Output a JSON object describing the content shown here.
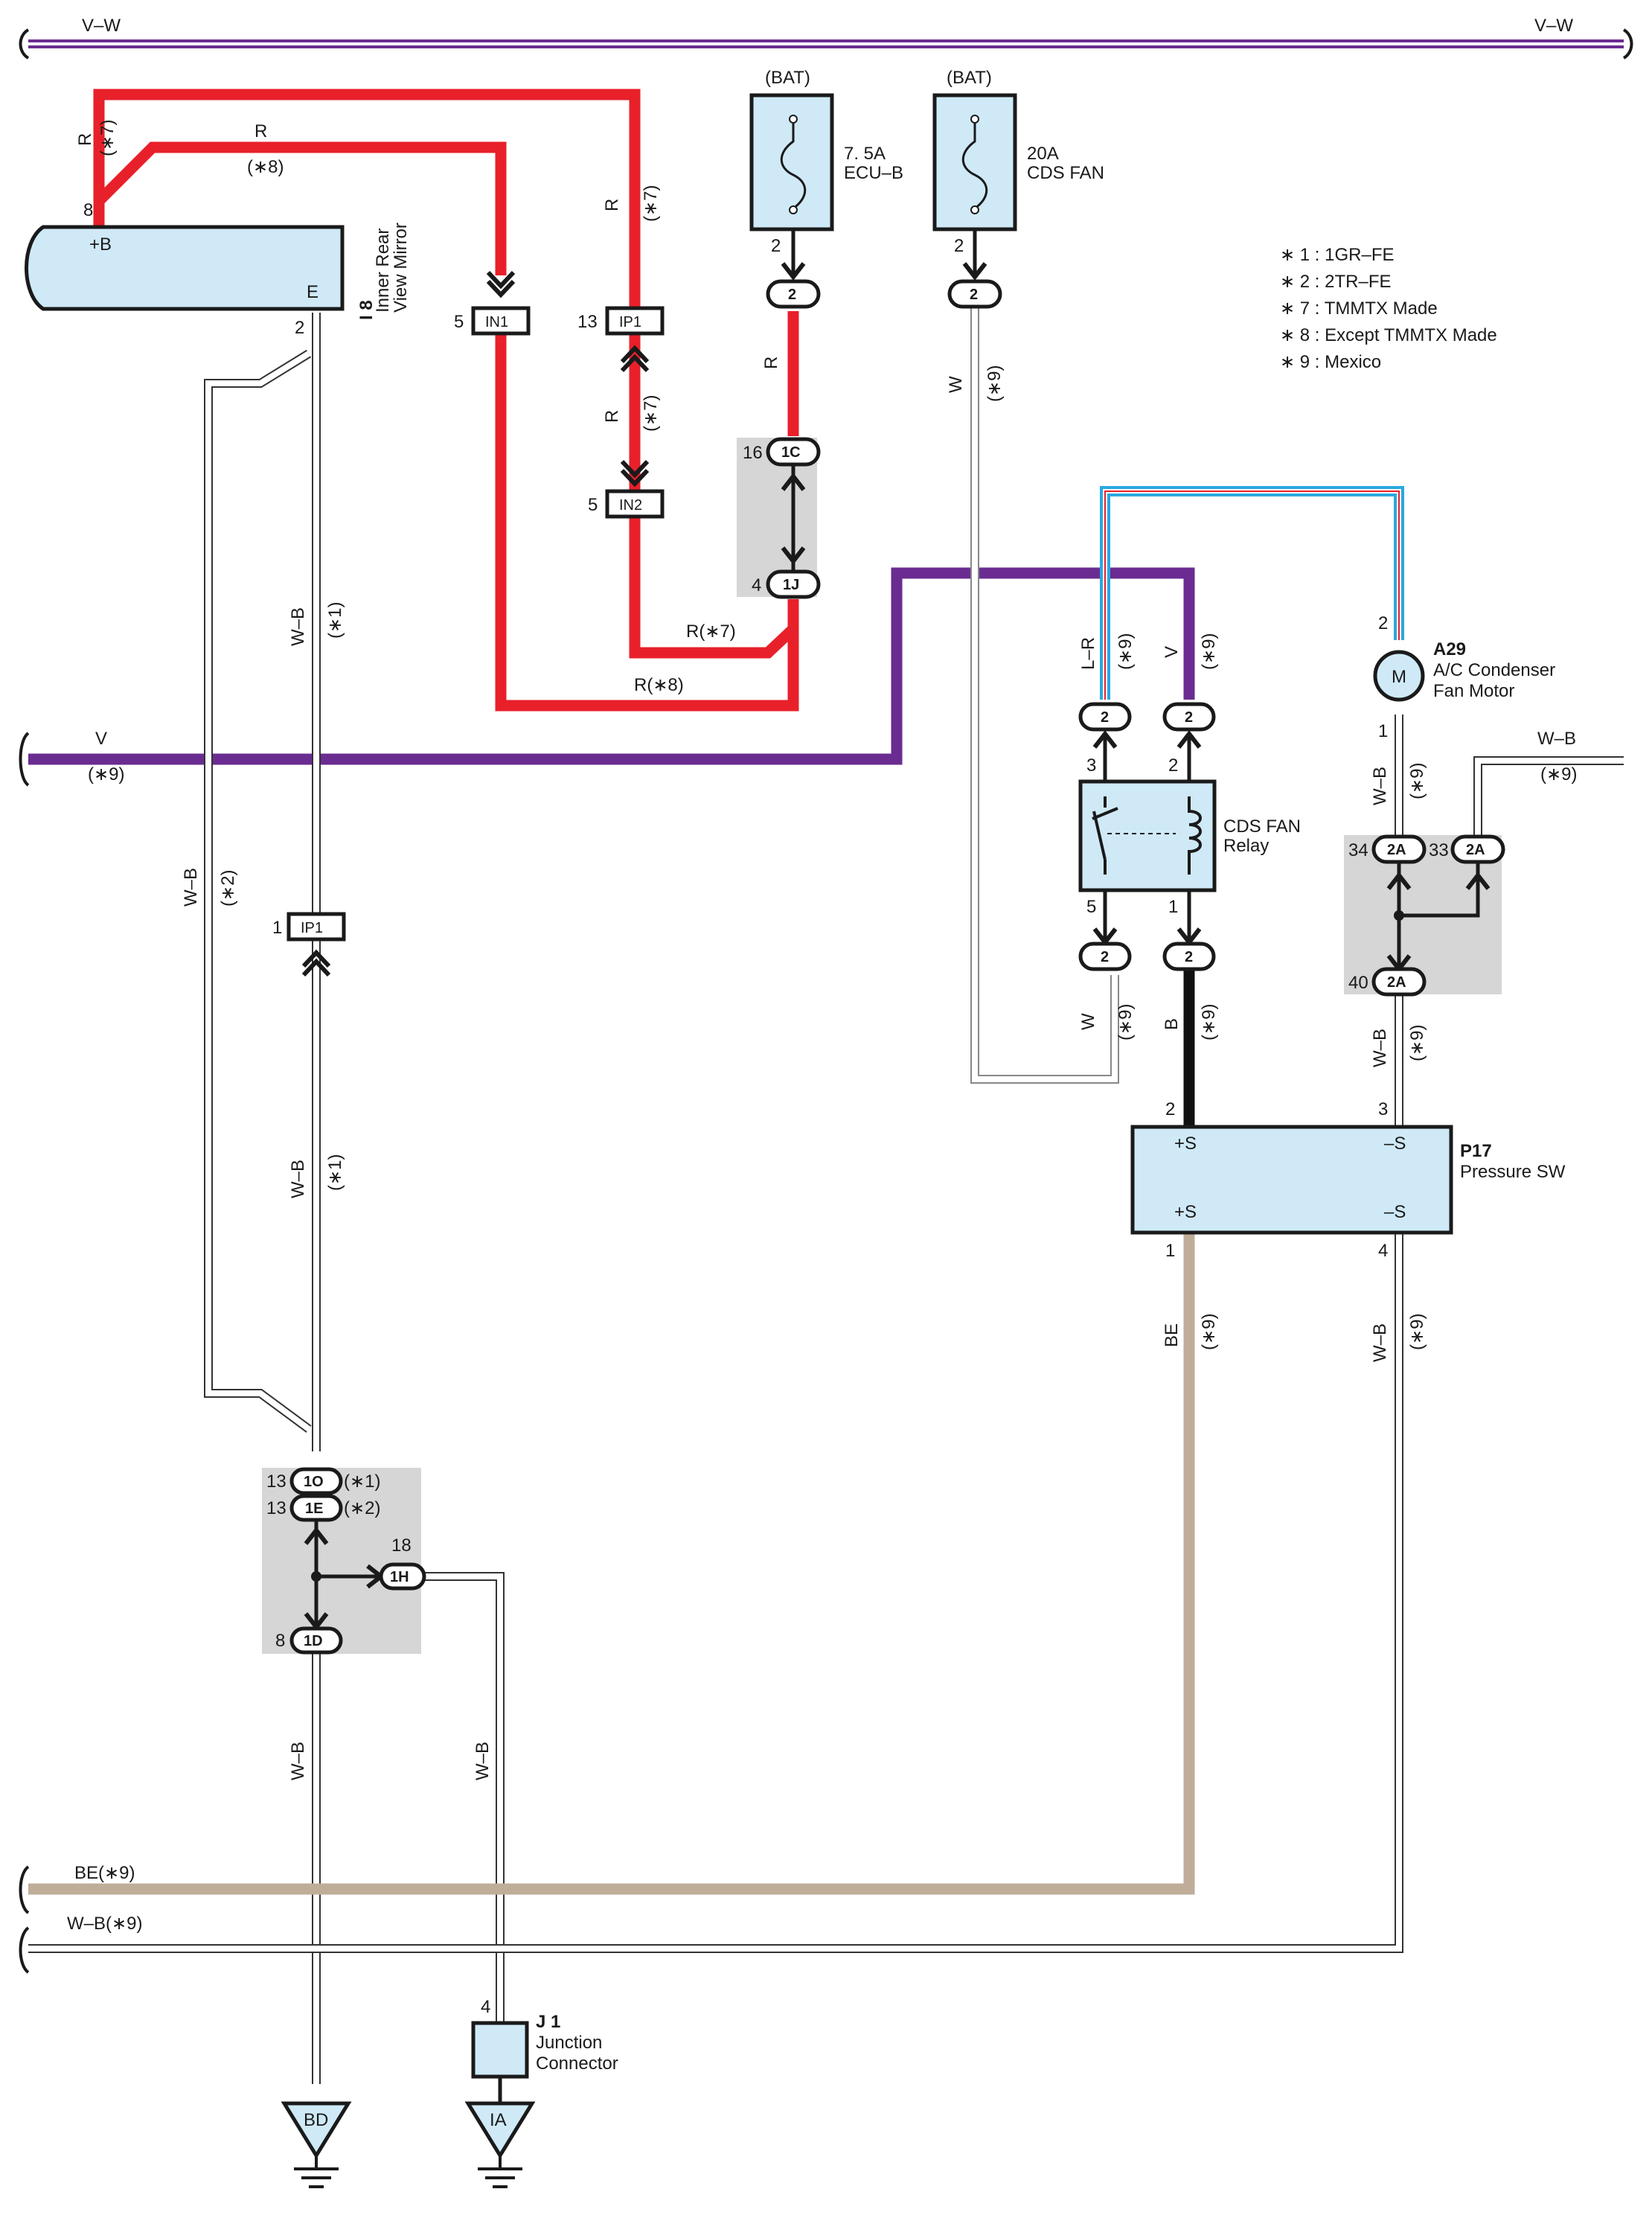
{
  "bus": {
    "vw_left": "V–W",
    "vw_right": "V–W",
    "v_label": "V",
    "v_note": "(∗9)",
    "be_label": "BE(∗9)",
    "wb_label": "W–B(∗9)"
  },
  "notes": [
    "∗ 1 : 1GR–FE",
    "∗ 2 : 2TR–FE",
    "∗ 7 : TMMTX Made",
    "∗ 8 : Except TMMTX Made",
    "∗ 9 : Mexico"
  ],
  "components": {
    "i8": {
      "code": "I 8",
      "name1": "Inner Rear",
      "name2": "View Mirror",
      "pin_b": "+B",
      "pin_e": "E",
      "pin8": "8",
      "pin2": "2"
    },
    "fuse_ecub": {
      "source": "(BAT)",
      "rating": "7. 5A",
      "name": "ECU–B",
      "pin": "2"
    },
    "fuse_cds": {
      "source": "(BAT)",
      "rating": "20A",
      "name": "CDS FAN",
      "pin": "2"
    },
    "a29": {
      "code": "A29",
      "name1": "A/C Condenser",
      "name2": "Fan Motor",
      "symbol": "M",
      "pin_top": "2",
      "pin_bottom": "1"
    },
    "relay": {
      "name1": "CDS FAN",
      "name2": "Relay",
      "pin3": "3",
      "pin2": "2",
      "pin5": "5",
      "pin1": "1"
    },
    "p17": {
      "code": "P17",
      "name": "Pressure SW",
      "s_plus": "+S",
      "s_minus": "–S",
      "pin2": "2",
      "pin3": "3",
      "pin1": "1",
      "pin4": "4"
    },
    "j1": {
      "code": "J 1",
      "name1": "Junction",
      "name2": "Connector",
      "pin": "4"
    },
    "ground_bd": "BD",
    "ground_ia": "IA"
  },
  "connectors": {
    "in1": {
      "id": "IN1",
      "pin": "5"
    },
    "ip1_top": {
      "id": "IP1",
      "pin": "13"
    },
    "in2": {
      "id": "IN2",
      "pin": "5"
    },
    "ip1_mid": {
      "id": "IP1",
      "pin": "1"
    },
    "c1c": {
      "id": "1C",
      "pin": "16"
    },
    "c1j": {
      "id": "1J",
      "pin": "4"
    },
    "fuse1_out": {
      "id": "2"
    },
    "fuse2_out": {
      "id": "2"
    },
    "relay_in_lr": {
      "id": "2"
    },
    "relay_in_v": {
      "id": "2"
    },
    "relay_out_w": {
      "id": "2"
    },
    "relay_out_b": {
      "id": "2"
    },
    "c2a_34": {
      "id": "2A",
      "pin": "34"
    },
    "c2a_33": {
      "id": "2A",
      "pin": "33"
    },
    "c2a_40": {
      "id": "2A",
      "pin": "40"
    },
    "c1o": {
      "id": "1O",
      "pin": "13",
      "note": "(∗1)"
    },
    "c1e": {
      "id": "1E",
      "pin": "13",
      "note": "(∗2)"
    },
    "c1h": {
      "id": "1H",
      "pin": "18"
    },
    "c1d": {
      "id": "1D",
      "pin": "8"
    }
  },
  "wires": {
    "r": "R",
    "n7": "(∗7)",
    "n8": "(∗8)",
    "n9": "(∗9)",
    "n1": "(∗1)",
    "n2": "(∗2)",
    "r7": "R(∗7)",
    "r8": "R(∗8)",
    "w": "W",
    "wb": "W–B",
    "lr": "L–R",
    "v": "V",
    "b": "B",
    "be": "BE"
  },
  "colors": {
    "red": "#e8202a",
    "violet": "#6a2c91",
    "blue_light": "#cfe9f7",
    "gray_box": "#d6d6d6",
    "tan": "#bfad99",
    "cyan": "#29a8e0"
  }
}
